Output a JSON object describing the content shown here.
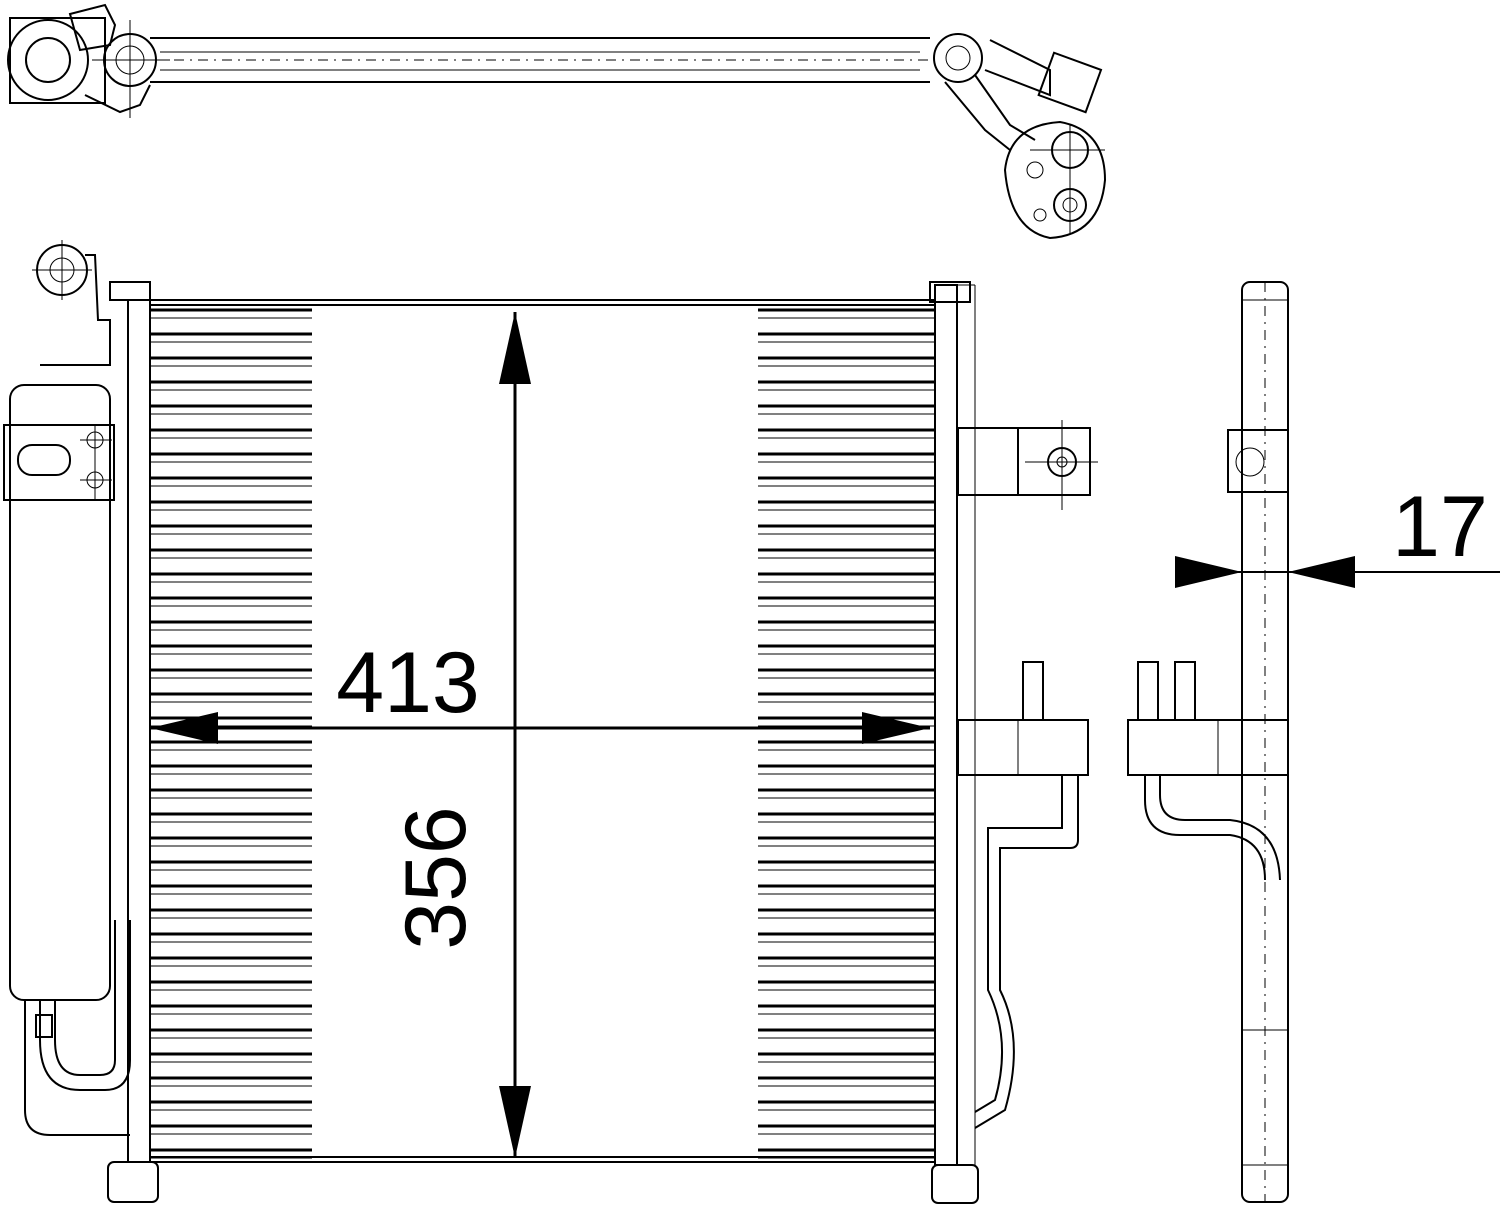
{
  "dimensions": {
    "width": "413",
    "height": "356",
    "depth": "17"
  },
  "colors": {
    "line": "#000000",
    "background": "#ffffff"
  }
}
